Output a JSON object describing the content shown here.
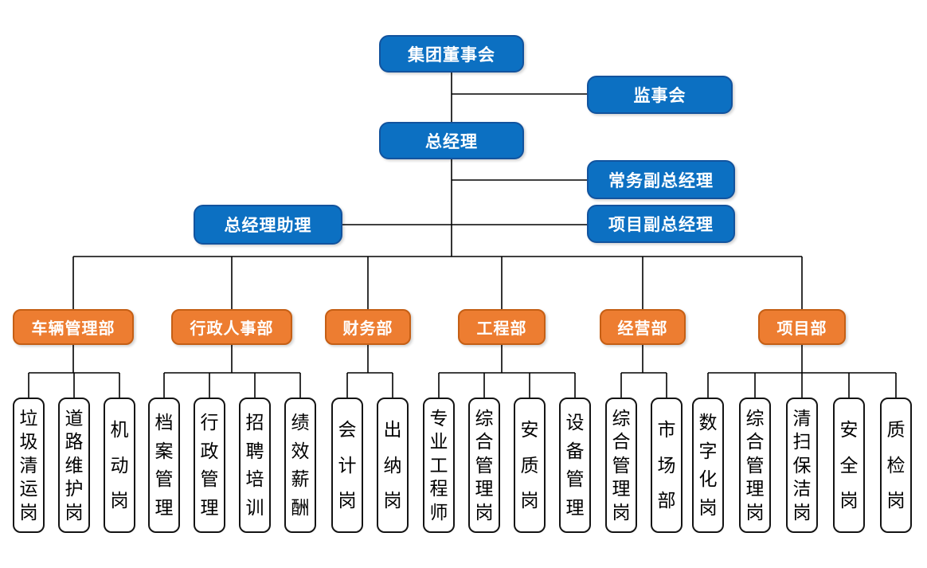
{
  "nodes": {
    "board": "集团董事会",
    "supervisory": "监事会",
    "gm": "总经理",
    "exec_deputy_gm": "常务副总经理",
    "gm_assistant": "总经理助理",
    "project_deputy_gm": "项目副总经理"
  },
  "departments": [
    {
      "label": "车辆管理部",
      "children": [
        "垃圾清运岗",
        "道路维护岗",
        "机动岗"
      ]
    },
    {
      "label": "行政人事部",
      "children": [
        "档案管理",
        "行政管理",
        "招聘培训",
        "绩效薪酬"
      ]
    },
    {
      "label": "财务部",
      "children": [
        "会计岗",
        "出纳岗"
      ]
    },
    {
      "label": "工程部",
      "children": [
        "专业工程师",
        "综合管理岗",
        "安质岗",
        "设备管理"
      ]
    },
    {
      "label": "经营部",
      "children": [
        "综合管理岗",
        "市场部"
      ]
    },
    {
      "label": "项目部",
      "children": [
        "数字化岗",
        "综合管理岗",
        "清扫保洁岗",
        "安全岗",
        "质检岗"
      ]
    }
  ],
  "colors": {
    "blue_fill": "#0c70c2",
    "blue_border": "#12539e",
    "orange_fill": "#ed7d31",
    "orange_border": "#c55f15",
    "line": "#000000"
  }
}
